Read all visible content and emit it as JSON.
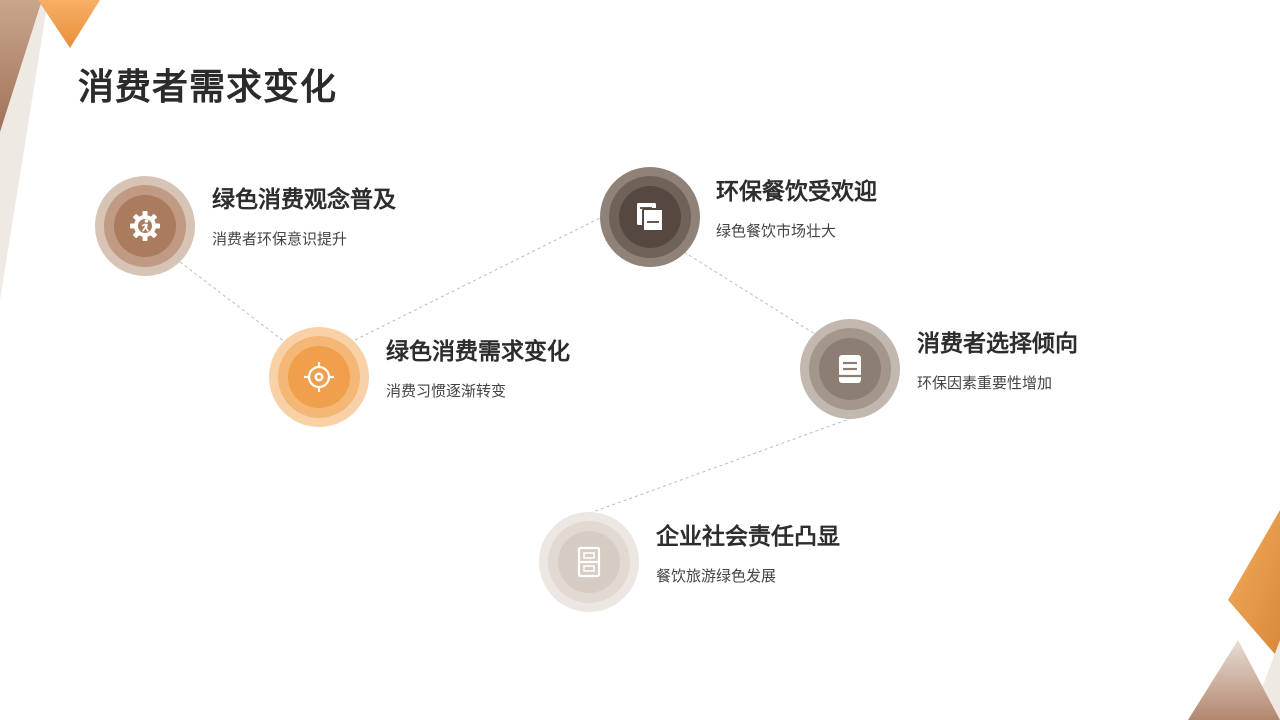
{
  "page": {
    "title": "消费者需求变化"
  },
  "colors": {
    "brown": "#b08a72",
    "orange": "#f2a44e",
    "dark": "#5a4f48",
    "taupe": "#8f8177",
    "light": "#d8cfc6",
    "connector": "#b8bcc6"
  },
  "nodes": [
    {
      "id": "green-consumption-concept",
      "icon": "gear-running-icon",
      "title": "绿色消费观念普及",
      "subtitle": "消费者环保意识提升"
    },
    {
      "id": "green-consumption-demand",
      "icon": "target-eye-icon",
      "title": "绿色消费需求变化",
      "subtitle": "消费习惯逐渐转变"
    },
    {
      "id": "eco-dining-popular",
      "icon": "documents-icon",
      "title": "环保餐饮受欢迎",
      "subtitle": "绿色餐饮市场壮大"
    },
    {
      "id": "consumer-choice-trend",
      "icon": "book-icon",
      "title": "消费者选择倾向",
      "subtitle": "环保因素重要性增加"
    },
    {
      "id": "csr-prominent",
      "icon": "cabinet-icon",
      "title": "企业社会责任凸显",
      "subtitle": "餐饮旅游绿色发展"
    }
  ]
}
